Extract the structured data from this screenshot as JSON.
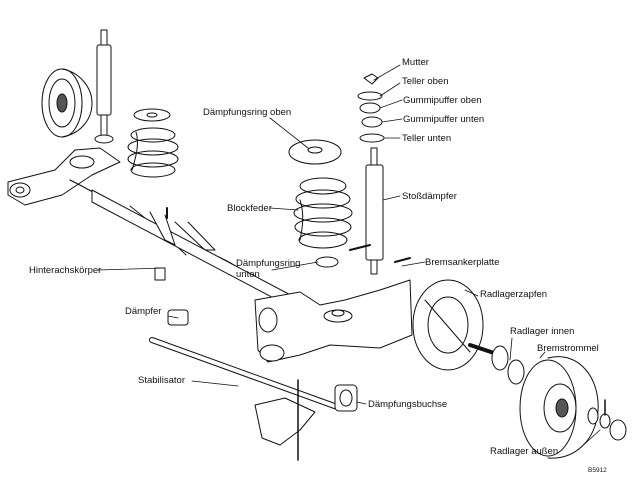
{
  "labels": {
    "mutter": "Mutter",
    "teller_oben": "Teller oben",
    "gummipuffer_oben": "Gummipuffer oben",
    "gummipuffer_unten": "Gummipuffer unten",
    "teller_unten": "Teller unten",
    "daempfungsring_oben": "Dämpfungsring oben",
    "stossdaempfer": "Stoßdämpfer",
    "blockfeder": "Blockfeder",
    "daempfungsring_unten_line1": "Dämpfungsring",
    "daempfungsring_unten_line2": "unten",
    "bremsankerplatte": "Bremsankerplatte",
    "radlagerzapfen": "Radlagerzapfen",
    "hinterachskoerper": "Hinterachskörper",
    "daempfer": "Dämpfer",
    "radlager_innen": "Radlager innen",
    "bremstrommel": "Bremstrommel",
    "stabilisator": "Stabilisator",
    "daempfungsbuchse": "Dämpfungsbuchse",
    "radlager_aussen": "Radlager außen"
  },
  "figure_code": "B5912",
  "colors": {
    "ink": "#111111",
    "paper": "#ffffff",
    "shade": "#555555"
  }
}
